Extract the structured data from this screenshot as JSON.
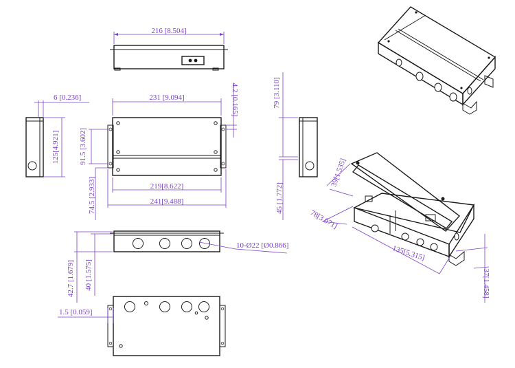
{
  "drawing": {
    "top_view": {
      "width_label": "216 [8.504]"
    },
    "front_view": {
      "overall_width_label": "231 [9.094]",
      "mount_height_label": "91.5 [3.602]",
      "mount_offset_label": "74.5 [2.933]",
      "inner_width_label": "219[8.622]",
      "outer_width_label": "241[9.488]",
      "tab_label": "4.2 [0.165]"
    },
    "left_view": {
      "wall_label": "6 [0.236]",
      "height_label": "125[4.921]"
    },
    "right_view": {
      "height_label": "79 [3.110]",
      "lower_label": "45 [1.772]"
    },
    "side_view": {
      "height1_label": "42.7 [1.679]",
      "height2_label": "40 [1.575]",
      "holes_label": "10-Ø22 [Ø0.866]"
    },
    "bottom_view": {
      "flange_label": "1.5 [0.059]"
    },
    "iso_open": {
      "depth_label": "78[3.071]",
      "lid_label": "39[1.535]",
      "length_label": "135[5.315]",
      "height_label": "37[1.458]"
    }
  }
}
